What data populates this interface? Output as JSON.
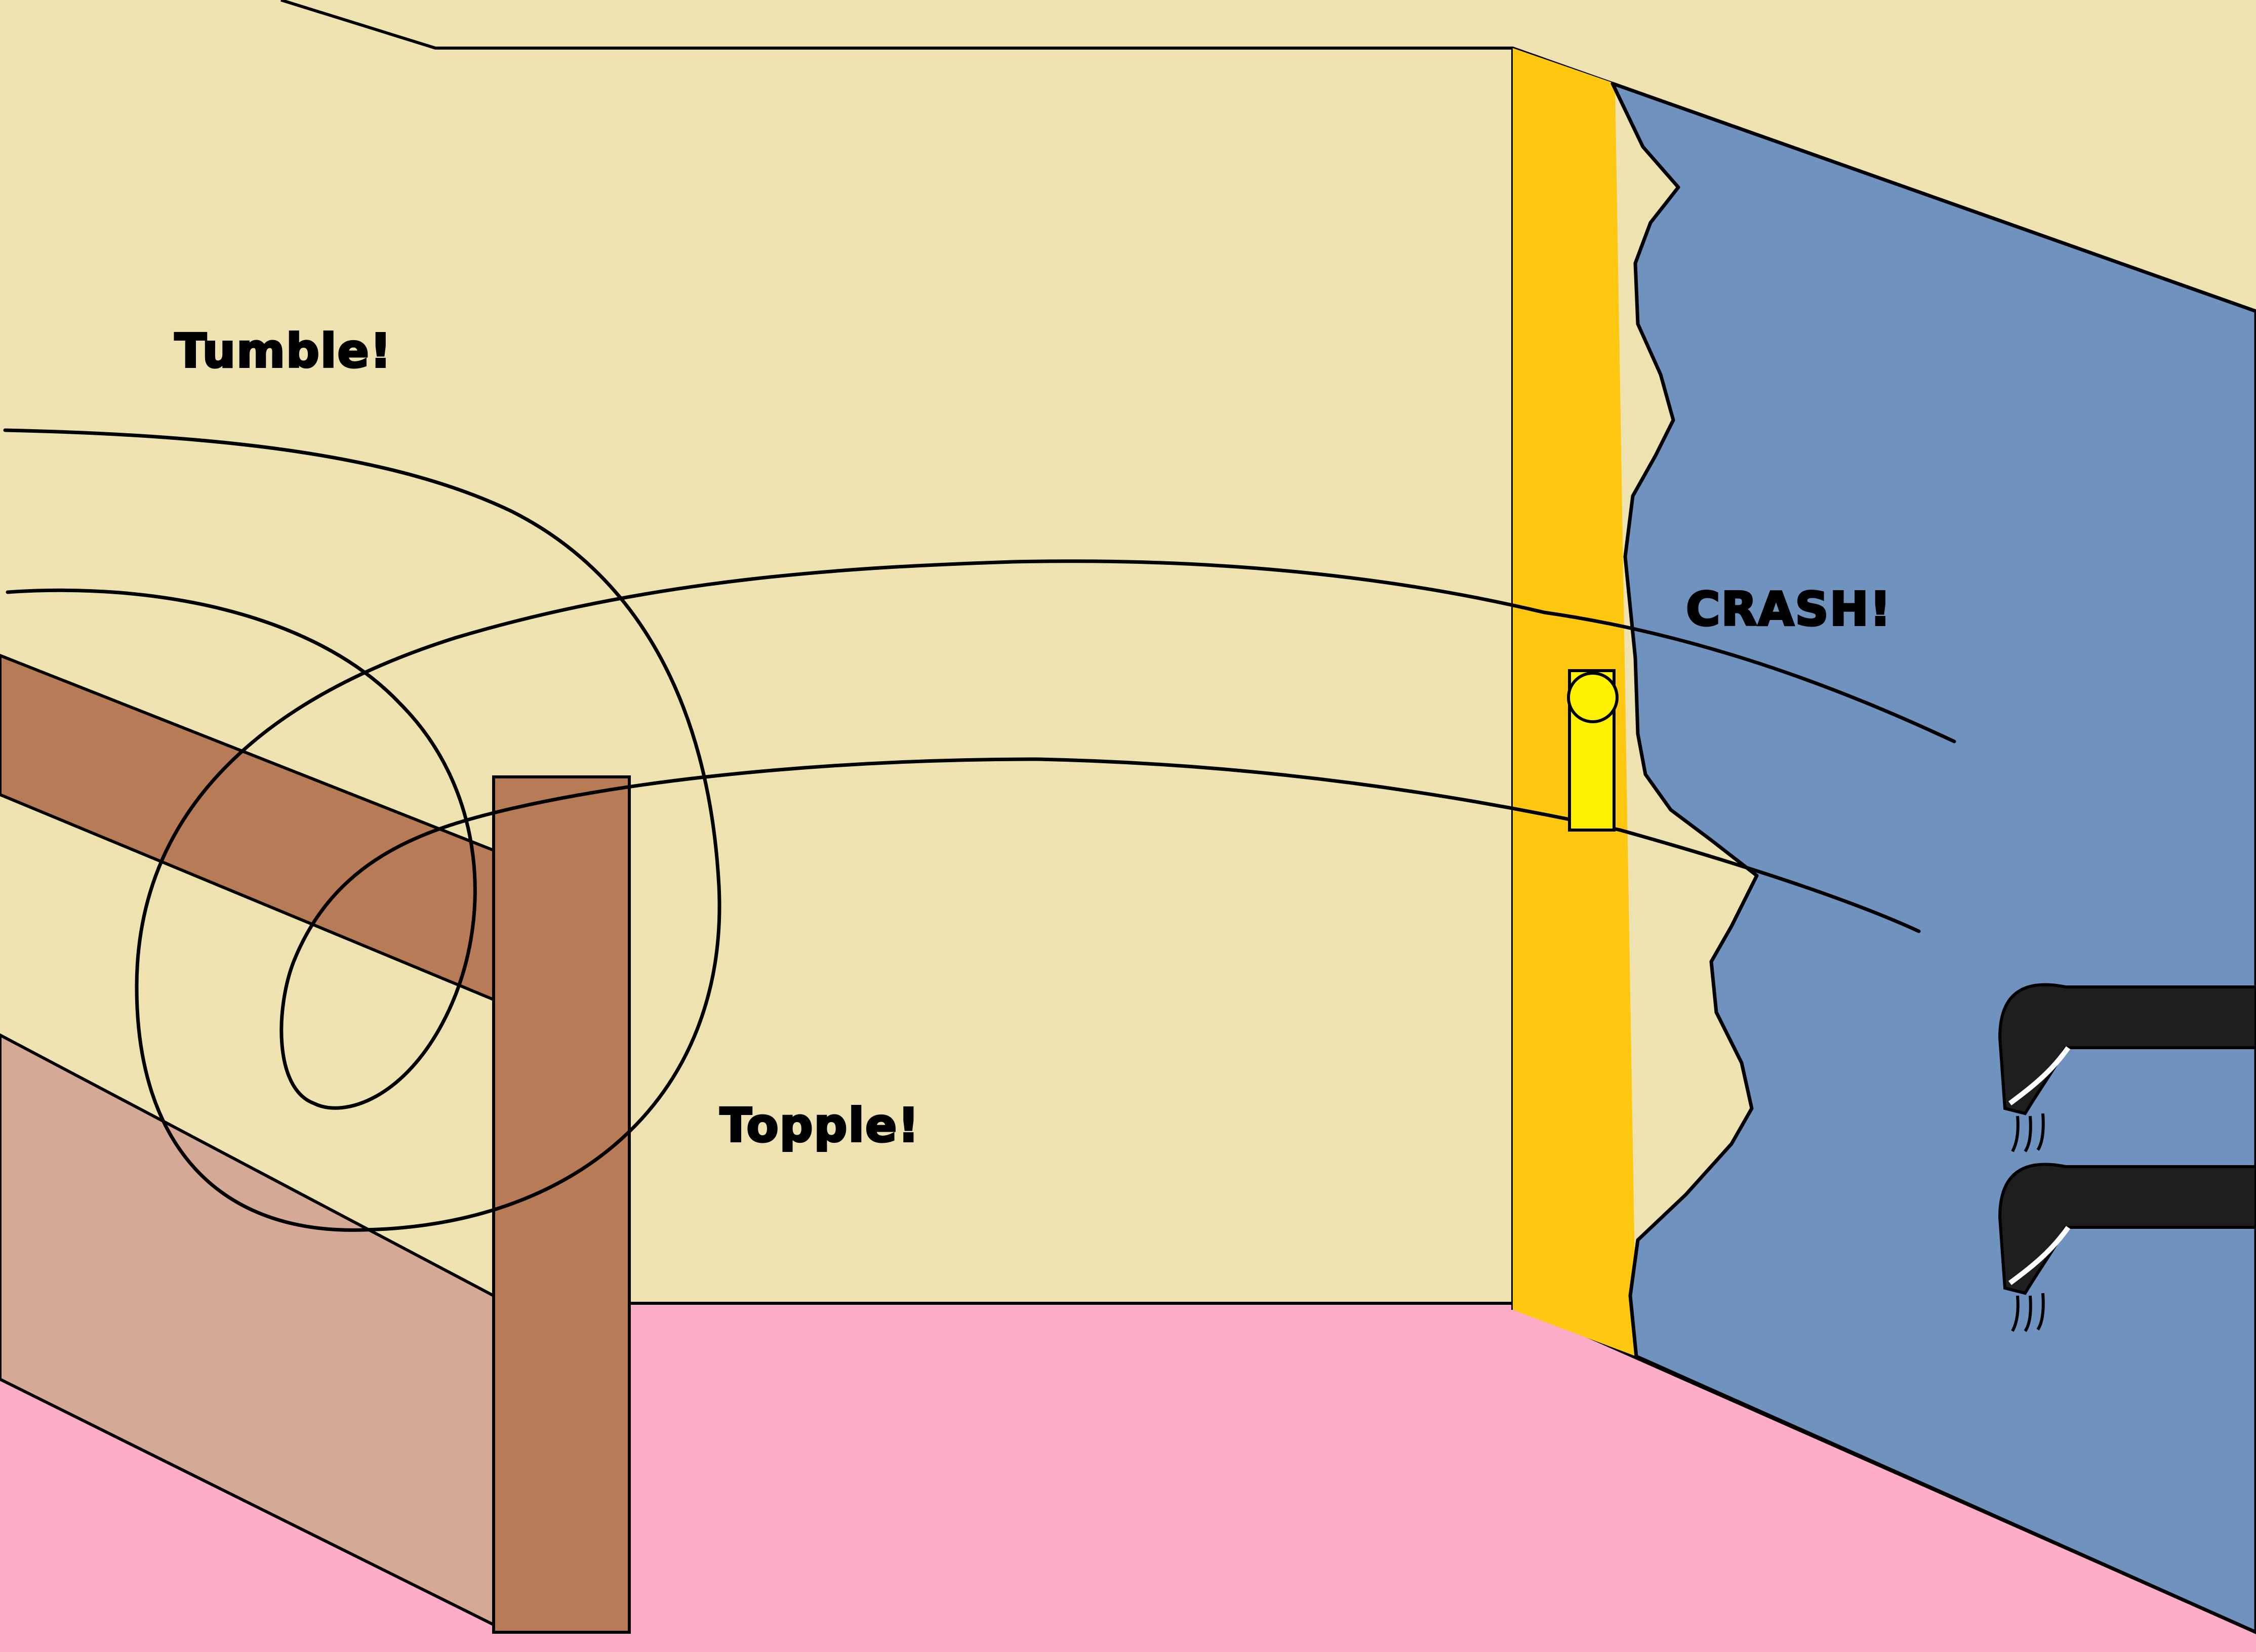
{
  "sound_effects": {
    "tumble": "Tumble!",
    "topple": "Topple!",
    "crash": "CRASH!"
  },
  "colors": {
    "wall": "#EEE3B0",
    "floor": "#FDADC8",
    "bed_frame": "#B87B57",
    "bed_side": "#D4AA96",
    "door_frame": "#FDC80F",
    "burst_hole": "#7092BE",
    "light_switch": "#FFF200",
    "shoes": "#1E1E1E",
    "outline": "#000000"
  },
  "icons": [
    "bed-icon",
    "light-switch-icon",
    "shoe-icon",
    "motion-lines"
  ]
}
